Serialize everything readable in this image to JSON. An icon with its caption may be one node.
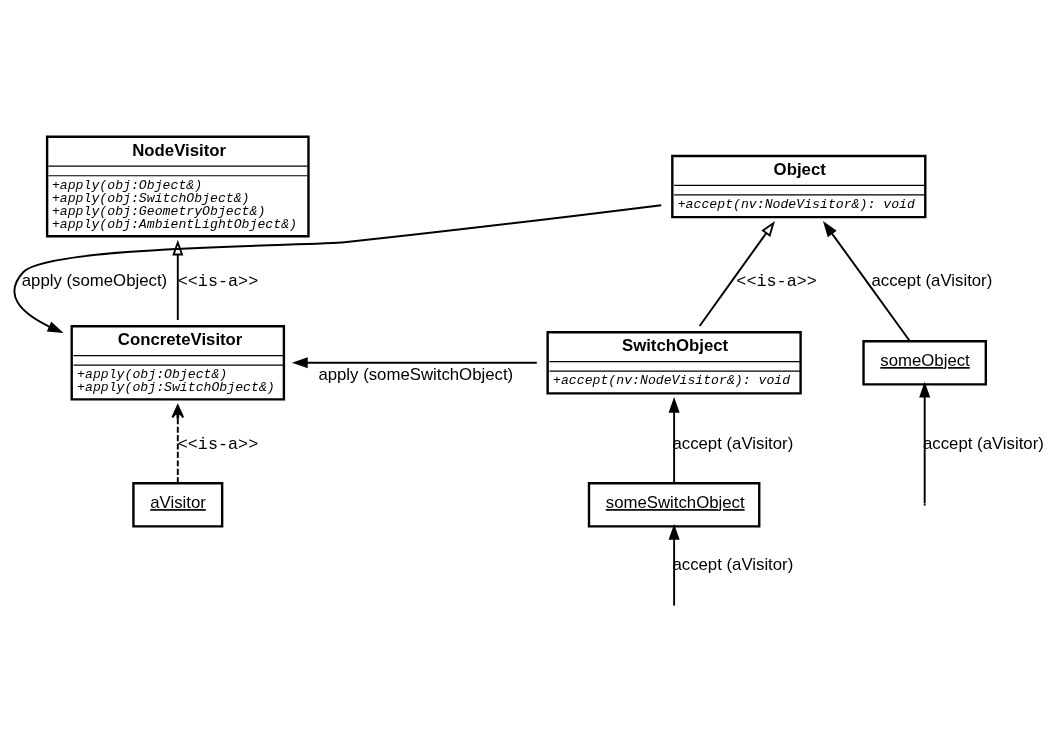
{
  "diagram": {
    "nodes": [
      {
        "text": [
          "Object",
          "+accept(nv:NodeVisitor&): void"
        ]
      },
      {
        "text": [
          "NodeVisitor",
          "+apply(obj:Object&)",
          "+apply(obj:SwitchObject&)",
          "+apply(obj:GeometryObject&)",
          "+apply(obj:AmbientLightObject&)"
        ]
      },
      {
        "text": [
          "ConcreteVisitor",
          "+apply(obj:Object&)",
          "+apply(obj:SwitchObject&)"
        ]
      },
      {
        "text": [
          "someObject"
        ]
      },
      {
        "text": [
          "SwitchObject",
          "+accept(nv:NodeVisitor&): void"
        ]
      },
      {
        "text": [
          "aVisitor"
        ]
      },
      {
        "text": [
          "someSwitchObject"
        ]
      }
    ],
    "edges": [
      {
        "from": 4,
        "to": 0,
        "arrow": "to",
        "label": "<<is-a>>"
      },
      {
        "from": 3,
        "to": 0,
        "arrow": "to",
        "label": "accept (aVisitor)"
      },
      {
        "from": 0,
        "to": 2,
        "arrow": "to",
        "label": "apply (someObject)"
      },
      {
        "from": 2,
        "to": 1,
        "arrow": "to",
        "label": "<<is-a>>"
      },
      {
        "from": null,
        "to": 3,
        "arrow": "to",
        "label": "accept (aVisitor)"
      },
      {
        "from": 4,
        "to": 2,
        "arrow": "to",
        "label": "apply (someSwitchObject)"
      },
      {
        "from": 5,
        "to": 2,
        "arrow": "to",
        "label": "<<is-a>>",
        "style": "dashed"
      },
      {
        "from": 6,
        "to": 4,
        "arrow": "to",
        "label": "accept (aVisitor)"
      },
      {
        "from": null,
        "to": 6,
        "arrow": "to",
        "label": "accept (aVisitor)"
      }
    ]
  }
}
